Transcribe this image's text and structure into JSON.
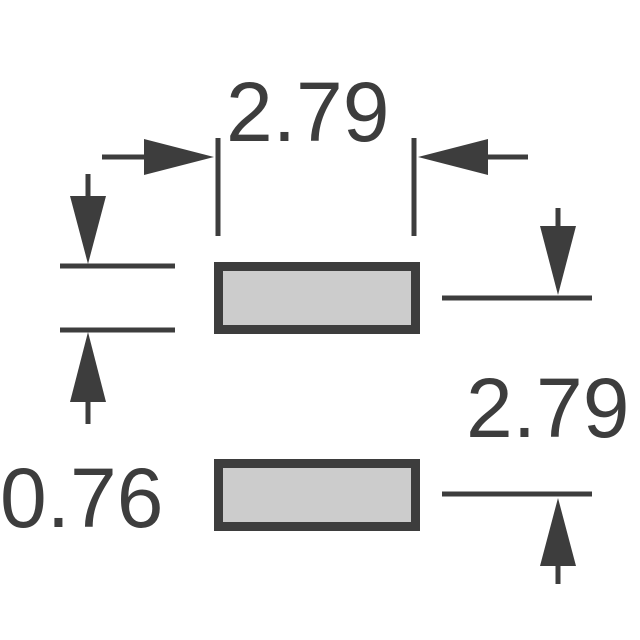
{
  "dimensions": {
    "top_width": "2.79",
    "right_spacing": "2.79",
    "left_height": "0.76"
  },
  "colors": {
    "line": "#3d3d3d",
    "pad_fill": "#cccccc",
    "pad_stroke": "#3d3d3d",
    "background": "#ffffff"
  }
}
